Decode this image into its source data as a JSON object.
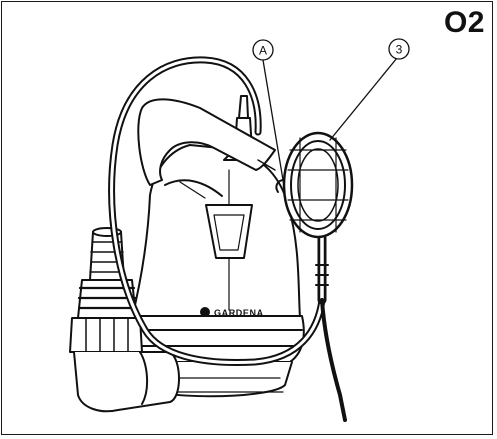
{
  "figure": {
    "id_label": "O2",
    "callouts": [
      {
        "label": "A"
      },
      {
        "label": "3"
      }
    ],
    "brand_text": "GARDENA"
  }
}
